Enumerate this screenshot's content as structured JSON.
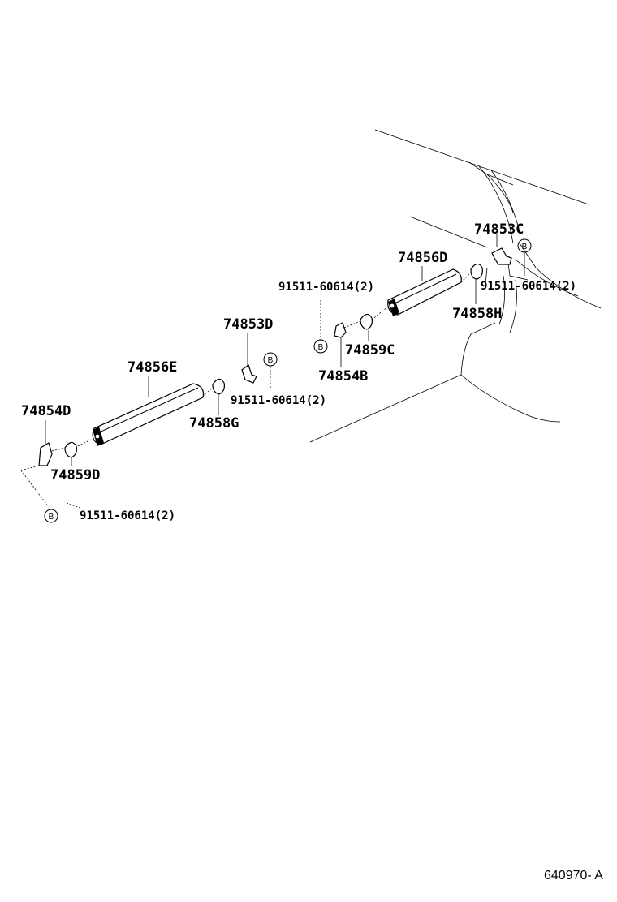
{
  "labels": {
    "p74853C": "74853C",
    "p74856D": "74856D",
    "p74858H": "74858H",
    "p74859C": "74859C",
    "p74854B": "74854B",
    "p74853D": "74853D",
    "p74856E": "74856E",
    "p74858G": "74858G",
    "p74854D": "74854D",
    "p74859D": "74859D"
  },
  "bolts": {
    "b_right": "91511-60614(2)",
    "b_mid_top": "91511-60614(2)",
    "b_mid": "91511-60614(2)",
    "b_left": "91511-60614(2)"
  },
  "bolt_symbol": "B",
  "ref_code": "640970- A"
}
